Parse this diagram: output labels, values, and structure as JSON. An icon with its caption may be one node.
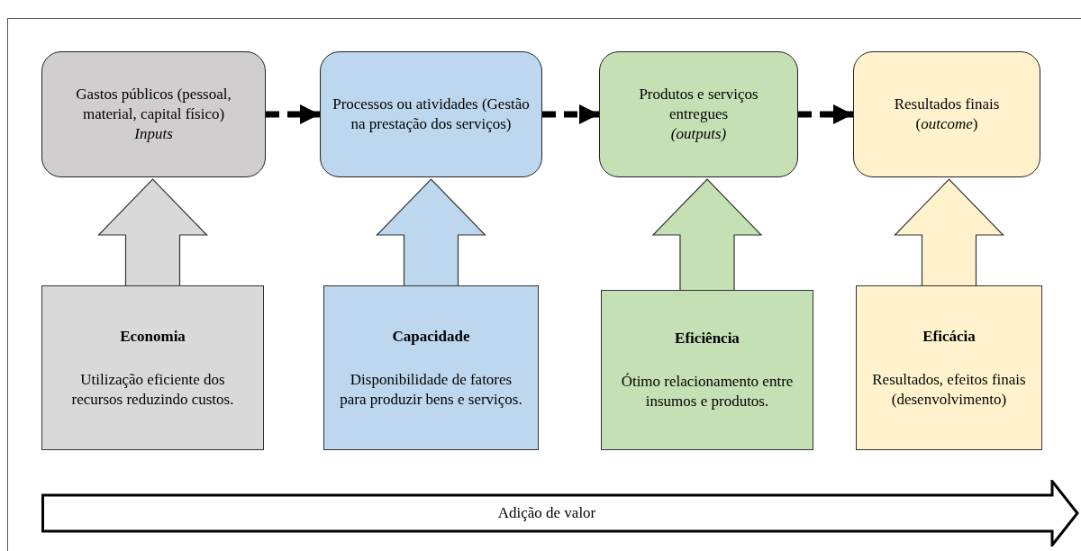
{
  "diagram": {
    "nodes": [
      {
        "text": [
          "Gastos públicos (pessoal, material, capital físico)",
          "Inputs"
        ]
      },
      {
        "text": [
          "Processos ou atividades (Gestão na prestação dos serviços)"
        ]
      },
      {
        "text": [
          "Produtos e serviços entregues",
          "(outputs)"
        ]
      },
      {
        "text": [
          "Resultados finais",
          "(*outcome*)"
        ]
      },
      {
        "text": [
          "Economia",
          "Utilização eficiente dos recursos reduzindo custos."
        ]
      },
      {
        "text": [
          "Capacidade",
          "Disponibilidade de fatores para produzir bens e serviços."
        ]
      },
      {
        "text": [
          "Eficiência",
          "Ótimo relacionamento entre insumos e produtos."
        ]
      },
      {
        "text": [
          "Eficácia",
          "Resultados, efeitos finais (desenvolvimento)"
        ]
      },
      {
        "text": [
          "Adição de valor"
        ]
      }
    ],
    "edges": [
      {
        "from": 0,
        "to": 1,
        "arrow": "to",
        "style": "dashed"
      },
      {
        "from": 1,
        "to": 2,
        "arrow": "to",
        "style": "dashed"
      },
      {
        "from": 2,
        "to": 3,
        "arrow": "to",
        "style": "dashed"
      },
      {
        "from": 4,
        "to": 0,
        "arrow": "to",
        "style": "thick"
      },
      {
        "from": 5,
        "to": 1,
        "arrow": "to",
        "style": "thick"
      },
      {
        "from": 6,
        "to": 2,
        "arrow": "to",
        "style": "thick"
      },
      {
        "from": 7,
        "to": 3,
        "arrow": "to",
        "style": "thick"
      }
    ]
  }
}
